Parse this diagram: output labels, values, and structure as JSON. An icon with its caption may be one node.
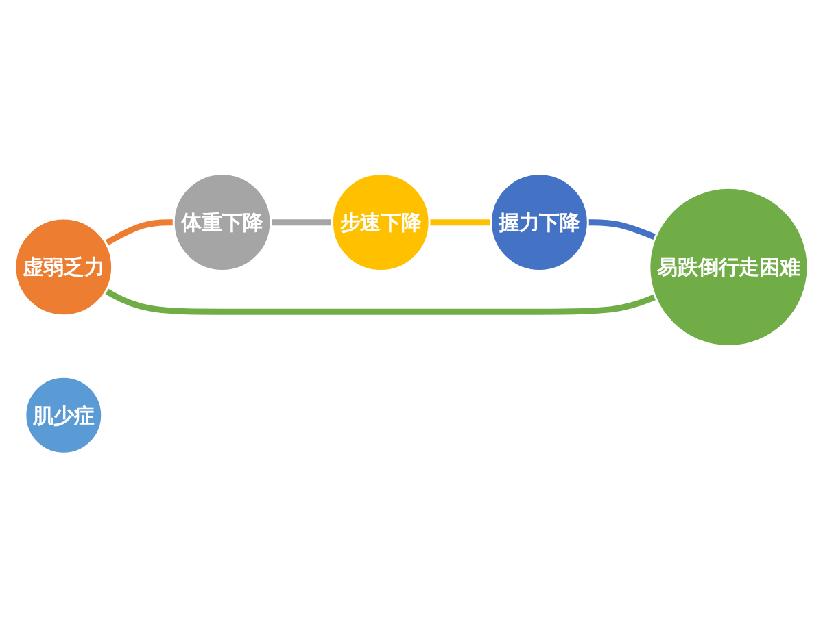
{
  "diagram": {
    "nodes": [
      {
        "text": [
          "虚弱乏力"
        ]
      },
      {
        "text": [
          "体重下降"
        ]
      },
      {
        "text": [
          "步速下降"
        ]
      },
      {
        "text": [
          "握力下降"
        ]
      },
      {
        "text": [
          "易跌倒行走困难"
        ]
      },
      {
        "text": [
          "肌少症"
        ]
      }
    ],
    "edges": [
      {
        "from": 0,
        "to": 1,
        "arrow": "none",
        "color": "#ed7d31"
      },
      {
        "from": 1,
        "to": 2,
        "arrow": "none",
        "color": "#a5a5a5"
      },
      {
        "from": 2,
        "to": 3,
        "arrow": "none",
        "color": "#ffc000"
      },
      {
        "from": 3,
        "to": 4,
        "arrow": "none",
        "color": "#4472c4"
      },
      {
        "from": 4,
        "to": 0,
        "arrow": "none",
        "color": "#70ad47"
      }
    ]
  }
}
